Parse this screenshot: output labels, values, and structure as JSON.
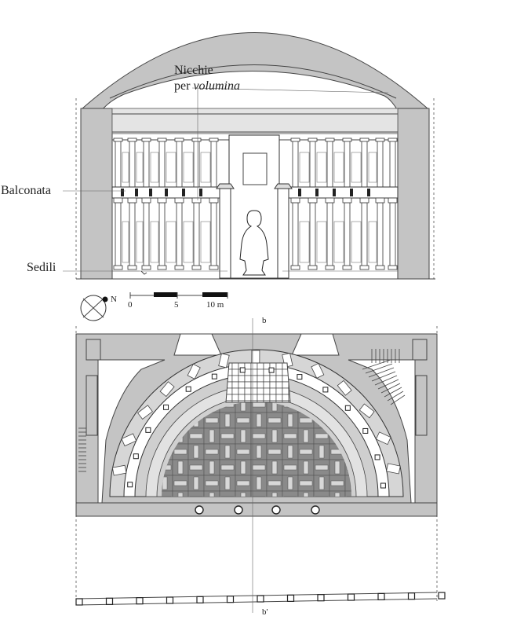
{
  "labels": {
    "niches_line1": "Nicchie",
    "niches_line2_prefix": "per ",
    "niches_line2_italic": "volumina",
    "balcony": "Balconata",
    "seats": "Sedili",
    "north": "N",
    "section_top": "b",
    "section_bottom": "b'"
  },
  "scale_bar": {
    "ticks": [
      "0",
      "5",
      "10 m"
    ]
  }
}
